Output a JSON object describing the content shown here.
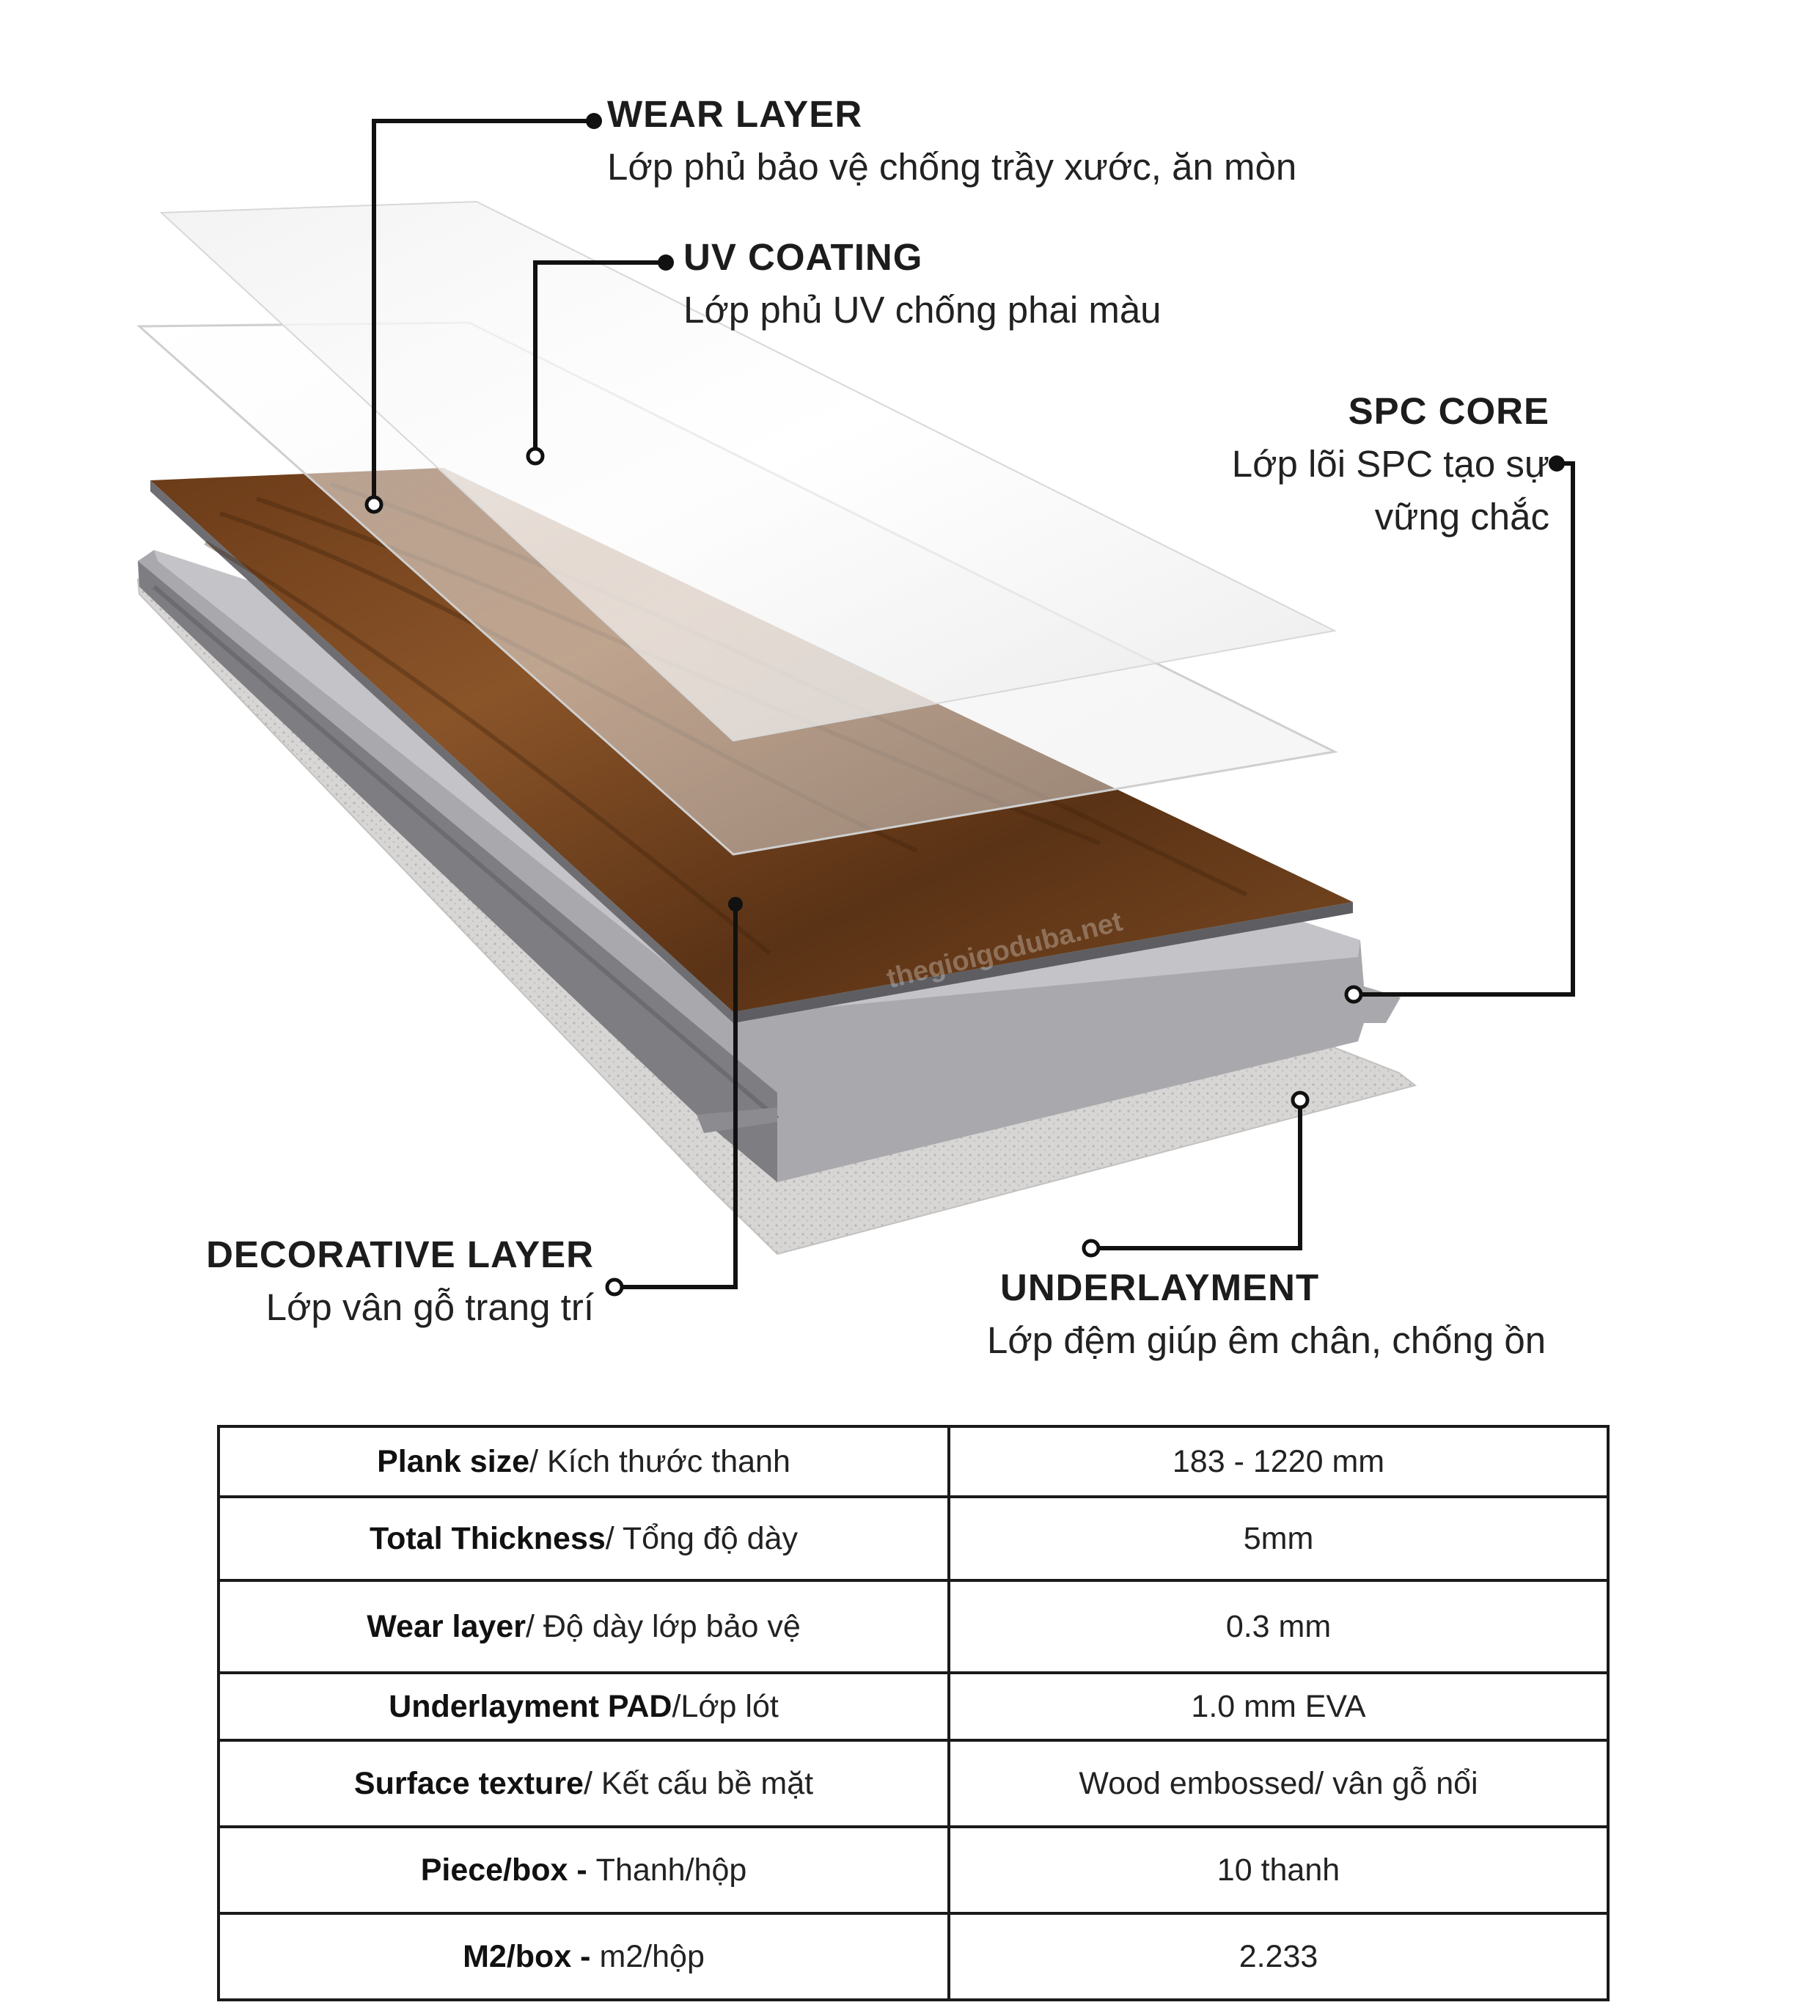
{
  "labels": {
    "wear_layer": {
      "title": "WEAR LAYER",
      "desc": "Lớp phủ bảo vệ chống trầy xước, ăn mòn"
    },
    "uv_coating": {
      "title": "UV COATING",
      "desc": "Lớp phủ UV chống phai màu"
    },
    "spc_core": {
      "title": "SPC CORE",
      "desc_line1": "Lớp lõi SPC tạo sự",
      "desc_line2": "vững chắc"
    },
    "decorative_layer": {
      "title": "DECORATIVE LAYER",
      "desc": "Lớp vân gỗ trang trí"
    },
    "underlayment": {
      "title": "UNDERLAYMENT",
      "desc": "Lớp đệm giúp êm chân, chống ồn"
    }
  },
  "watermark": "thegioigoduba.net",
  "colors": {
    "wood_dark": "#4a2a14",
    "wood_mid": "#7a4a24",
    "core_gray": "#a8a8ac",
    "foam": "#d6d3d0",
    "line": "#111111"
  },
  "specs": [
    {
      "key_bold": "Plank size",
      "key_rest": "/ Kích thước thanh",
      "value": "183 - 1220 mm"
    },
    {
      "key_bold": "Total Thickness",
      "key_rest": "/ Tổng độ dày",
      "value": "5mm"
    },
    {
      "key_bold": "Wear layer",
      "key_rest": "/ Độ dày lớp bảo vệ",
      "value": "0.3 mm"
    },
    {
      "key_bold": "Underlayment PAD",
      "key_rest": "/Lớp lót",
      "value": "1.0 mm EVA"
    },
    {
      "key_bold": "Surface texture",
      "key_rest": "/ Kết cấu bề mặt",
      "value": "Wood embossed/ vân gỗ nổi"
    },
    {
      "key_bold": "Piece/box - ",
      "key_rest": "Thanh/hộp",
      "value": "10 thanh"
    },
    {
      "key_bold": "M2/box - ",
      "key_rest": "m2/hộp",
      "value": "2.233"
    }
  ]
}
